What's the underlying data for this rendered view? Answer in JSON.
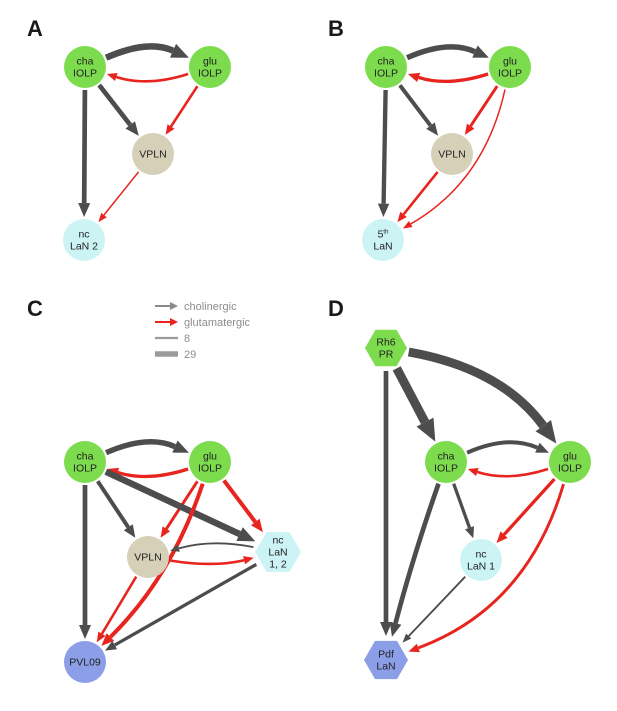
{
  "colors": {
    "cholinergic": "#4d4d4d",
    "glutamatergic": "#e8241e",
    "legend_gray": "#9a9a9a",
    "green_node": "#7ddc4e",
    "tan_node": "#d6d0b8",
    "cyan_node": "#ccf4f4",
    "blue_node": "#8c9ee8"
  },
  "legend": {
    "items": [
      {
        "label": "cholinergic",
        "kind": "cholinergic"
      },
      {
        "label": "glutamatergic",
        "kind": "glutamatergic"
      },
      {
        "label": "8",
        "kind": "weight-8"
      },
      {
        "label": "29",
        "kind": "weight-29"
      }
    ]
  },
  "panels": [
    {
      "letter": "A",
      "nodes": [
        {
          "id": "cha",
          "lines": [
            "cha",
            "IOLP"
          ],
          "shape": "circle",
          "color": "green_node"
        },
        {
          "id": "glu",
          "lines": [
            "glu",
            "IOLP"
          ],
          "shape": "circle",
          "color": "green_node"
        },
        {
          "id": "vpln",
          "lines": [
            "VPLN"
          ],
          "shape": "circle",
          "color": "tan_node"
        },
        {
          "id": "nc",
          "lines": [
            "nc",
            "LaN 2"
          ],
          "shape": "circle",
          "color": "cyan_node"
        }
      ]
    },
    {
      "letter": "B",
      "nodes": [
        {
          "id": "cha",
          "lines": [
            "cha",
            "IOLP"
          ],
          "shape": "circle",
          "color": "green_node"
        },
        {
          "id": "glu",
          "lines": [
            "glu",
            "IOLP"
          ],
          "shape": "circle",
          "color": "green_node"
        },
        {
          "id": "vpln",
          "lines": [
            "VPLN"
          ],
          "shape": "circle",
          "color": "tan_node"
        },
        {
          "id": "lan5",
          "lines": [
            "5th",
            "LaN"
          ],
          "shape": "circle",
          "color": "cyan_node"
        }
      ]
    },
    {
      "letter": "C",
      "nodes": [
        {
          "id": "cha",
          "lines": [
            "cha",
            "IOLP"
          ],
          "shape": "circle",
          "color": "green_node"
        },
        {
          "id": "glu",
          "lines": [
            "glu",
            "IOLP"
          ],
          "shape": "circle",
          "color": "green_node"
        },
        {
          "id": "vpln",
          "lines": [
            "VPLN"
          ],
          "shape": "circle",
          "color": "tan_node"
        },
        {
          "id": "nc12",
          "lines": [
            "nc",
            "LaN",
            "1, 2"
          ],
          "shape": "hexagon",
          "color": "cyan_node"
        },
        {
          "id": "pvl09",
          "lines": [
            "PVL09"
          ],
          "shape": "circle",
          "color": "blue_node"
        }
      ]
    },
    {
      "letter": "D",
      "nodes": [
        {
          "id": "rh6",
          "lines": [
            "Rh6",
            "PR"
          ],
          "shape": "hexagon",
          "color": "green_node"
        },
        {
          "id": "cha",
          "lines": [
            "cha",
            "IOLP"
          ],
          "shape": "circle",
          "color": "green_node"
        },
        {
          "id": "glu",
          "lines": [
            "glu",
            "IOLP"
          ],
          "shape": "circle",
          "color": "green_node"
        },
        {
          "id": "nc1",
          "lines": [
            "nc",
            "LaN 1"
          ],
          "shape": "circle",
          "color": "cyan_node"
        },
        {
          "id": "pdf",
          "lines": [
            "Pdf",
            "LaN"
          ],
          "shape": "hexagon",
          "color": "blue_node"
        }
      ]
    }
  ],
  "edges": [
    {
      "panel": 0,
      "from": "cha",
      "to": "glu",
      "type": "cholinergic",
      "weight": 22
    },
    {
      "panel": 0,
      "from": "glu",
      "to": "cha",
      "type": "glutamatergic",
      "weight": 11
    },
    {
      "panel": 0,
      "from": "cha",
      "to": "vpln",
      "type": "cholinergic",
      "weight": 17
    },
    {
      "panel": 0,
      "from": "glu",
      "to": "vpln",
      "type": "glutamatergic",
      "weight": 11
    },
    {
      "panel": 0,
      "from": "cha",
      "to": "nc",
      "type": "cholinergic",
      "weight": 17
    },
    {
      "panel": 0,
      "from": "vpln",
      "to": "nc",
      "type": "glutamatergic",
      "weight": 8
    },
    {
      "panel": 1,
      "from": "cha",
      "to": "glu",
      "type": "cholinergic",
      "weight": 19
    },
    {
      "panel": 1,
      "from": "glu",
      "to": "cha",
      "type": "glutamatergic",
      "weight": 13
    },
    {
      "panel": 1,
      "from": "cha",
      "to": "vpln",
      "type": "cholinergic",
      "weight": 15
    },
    {
      "panel": 1,
      "from": "glu",
      "to": "vpln",
      "type": "glutamatergic",
      "weight": 12
    },
    {
      "panel": 1,
      "from": "cha",
      "to": "lan5",
      "type": "cholinergic",
      "weight": 16
    },
    {
      "panel": 1,
      "from": "vpln",
      "to": "lan5",
      "type": "glutamatergic",
      "weight": 11
    },
    {
      "panel": 1,
      "from": "glu",
      "to": "lan5",
      "type": "glutamatergic",
      "weight": 8
    },
    {
      "panel": 2,
      "from": "cha",
      "to": "glu",
      "type": "cholinergic",
      "weight": 19
    },
    {
      "panel": 2,
      "from": "glu",
      "to": "cha",
      "type": "glutamatergic",
      "weight": 13
    },
    {
      "panel": 2,
      "from": "cha",
      "to": "vpln",
      "type": "cholinergic",
      "weight": 15
    },
    {
      "panel": 2,
      "from": "glu",
      "to": "vpln",
      "type": "glutamatergic",
      "weight": 12
    },
    {
      "panel": 2,
      "from": "cha",
      "to": "nc12",
      "type": "cholinergic",
      "weight": 22
    },
    {
      "panel": 2,
      "from": "glu",
      "to": "nc12",
      "type": "glutamatergic",
      "weight": 15
    },
    {
      "panel": 2,
      "from": "cha",
      "to": "pvl09",
      "type": "cholinergic",
      "weight": 17
    },
    {
      "panel": 2,
      "from": "glu",
      "to": "pvl09",
      "type": "glutamatergic",
      "weight": 15
    },
    {
      "panel": 2,
      "from": "vpln",
      "to": "pvl09",
      "type": "glutamatergic",
      "weight": 11
    },
    {
      "panel": 2,
      "from": "vpln",
      "to": "nc12",
      "type": "glutamatergic",
      "weight": 11
    },
    {
      "panel": 2,
      "from": "nc12",
      "to": "vpln",
      "type": "cholinergic",
      "weight": 9
    },
    {
      "panel": 2,
      "from": "nc12",
      "to": "pvl09",
      "type": "cholinergic",
      "weight": 13
    },
    {
      "panel": 3,
      "from": "rh6",
      "to": "cha",
      "type": "cholinergic",
      "weight": 29
    },
    {
      "panel": 3,
      "from": "rh6",
      "to": "glu",
      "type": "cholinergic",
      "weight": 29
    },
    {
      "panel": 3,
      "from": "rh6",
      "to": "pdf",
      "type": "cholinergic",
      "weight": 17
    },
    {
      "panel": 3,
      "from": "cha",
      "to": "glu",
      "type": "cholinergic",
      "weight": 15
    },
    {
      "panel": 3,
      "from": "glu",
      "to": "cha",
      "type": "glutamatergic",
      "weight": 11
    },
    {
      "panel": 3,
      "from": "cha",
      "to": "nc1",
      "type": "cholinergic",
      "weight": 13
    },
    {
      "panel": 3,
      "from": "cha",
      "to": "pdf",
      "type": "cholinergic",
      "weight": 17
    },
    {
      "panel": 3,
      "from": "glu",
      "to": "nc1",
      "type": "glutamatergic",
      "weight": 13
    },
    {
      "panel": 3,
      "from": "glu",
      "to": "pdf",
      "type": "glutamatergic",
      "weight": 12
    },
    {
      "panel": 3,
      "from": "nc1",
      "to": "pdf",
      "type": "cholinergic",
      "weight": 9
    }
  ]
}
